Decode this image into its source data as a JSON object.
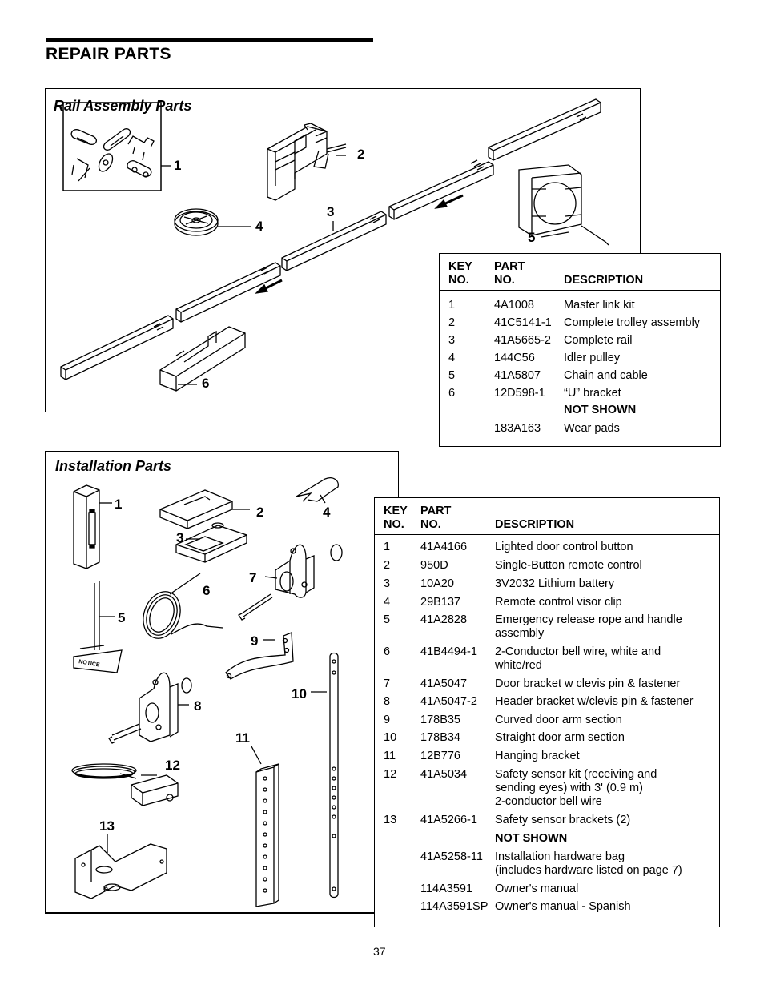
{
  "page": {
    "title": "REPAIR PARTS",
    "number": "37"
  },
  "rail": {
    "title": "Rail Assembly Parts",
    "callouts": [
      "1",
      "2",
      "3",
      "4",
      "5",
      "6"
    ],
    "headers": {
      "key_a": "KEY",
      "key_b": "NO.",
      "part_a": "PART",
      "part_b": "NO.",
      "desc": "DESCRIPTION"
    },
    "rows": [
      {
        "key": "1",
        "part": "4A1008",
        "desc": "Master link kit"
      },
      {
        "key": "2",
        "part": "41C5141-1",
        "desc": "Complete trolley assembly"
      },
      {
        "key": "3",
        "part": "41A5665-2",
        "desc": "Complete rail"
      },
      {
        "key": "4",
        "part": "144C56",
        "desc": "Idler pulley"
      },
      {
        "key": "5",
        "part": "41A5807",
        "desc": "Chain and cable"
      },
      {
        "key": "6",
        "part": "12D598-1",
        "desc": "“U” bracket"
      }
    ],
    "not_shown_label": "NOT SHOWN",
    "not_shown": [
      {
        "part": "183A163",
        "desc": "Wear pads"
      }
    ]
  },
  "install": {
    "title": "Installation Parts",
    "callouts": [
      "1",
      "2",
      "3",
      "4",
      "5",
      "6",
      "7",
      "8",
      "9",
      "10",
      "11",
      "12",
      "13"
    ],
    "notice_label": "NOTICE",
    "headers": {
      "key_a": "KEY",
      "key_b": "NO.",
      "part_a": "PART",
      "part_b": "NO.",
      "desc": "DESCRIPTION"
    },
    "rows": [
      {
        "key": "1",
        "part": "41A4166",
        "desc": "Lighted door control button"
      },
      {
        "key": "2",
        "part": "950D",
        "desc": "Single-Button remote control"
      },
      {
        "key": "3",
        "part": "10A20",
        "desc": "3V2032 Lithium battery"
      },
      {
        "key": "4",
        "part": "29B137",
        "desc": "Remote control visor clip"
      },
      {
        "key": "5",
        "part": "41A2828",
        "desc": "Emergency release rope and handle",
        "desc2": "assembly"
      },
      {
        "key": "6",
        "part": "41B4494-1",
        "desc": "2-Conductor bell wire, white and",
        "desc2": "white/red"
      },
      {
        "key": "7",
        "part": "41A5047",
        "desc": "Door bracket w clevis pin & fastener"
      },
      {
        "key": "8",
        "part": "41A5047-2",
        "desc": "Header bracket w/clevis pin & fastener"
      },
      {
        "key": "9",
        "part": "178B35",
        "desc": "Curved door arm section"
      },
      {
        "key": "10",
        "part": "178B34",
        "desc": "Straight door arm section"
      },
      {
        "key": "11",
        "part": "12B776",
        "desc": "Hanging bracket"
      },
      {
        "key": "12",
        "part": "41A5034",
        "desc": "Safety sensor kit (receiving and",
        "desc2": "sending eyes) with 3' (0.9 m)",
        "desc3": "2-conductor bell wire"
      },
      {
        "key": "13",
        "part": "41A5266-1",
        "desc": "Safety sensor brackets (2)"
      }
    ],
    "not_shown_label": "NOT SHOWN",
    "not_shown": [
      {
        "part": "41A5258-11",
        "desc": "Installation hardware bag",
        "desc2": "(includes hardware listed on page 7)"
      },
      {
        "part": "114A3591",
        "desc": "Owner's manual"
      },
      {
        "part": "114A3591SP",
        "desc": "Owner's manual - Spanish"
      }
    ]
  }
}
